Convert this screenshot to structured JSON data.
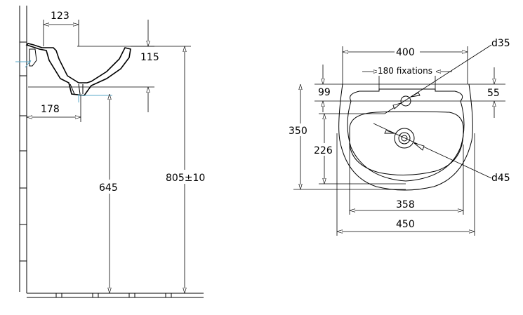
{
  "side_view": {
    "dims": {
      "projection": "123",
      "depth": "115",
      "wall_offset": "178",
      "outlet_height": "645",
      "rim_height": "805±10"
    }
  },
  "plan_view": {
    "dims": {
      "overall_top": "400",
      "fixations": "180 fixations",
      "tap_hole_dia": "d35",
      "tap_offset": "99",
      "tap_offset_right": "55",
      "depth": "350",
      "drain_offset": "226",
      "drain_dia": "d45",
      "bowl_width": "358",
      "overall_width": "450"
    }
  }
}
